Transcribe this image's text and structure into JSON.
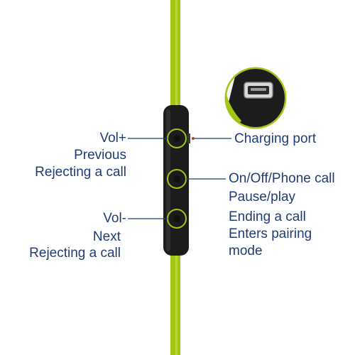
{
  "colors": {
    "cable": "#a3c614",
    "remote": "#1c1c1c",
    "button_ring": "#a3c614",
    "text": "#1f3c74",
    "pointer": "#c0392b"
  },
  "left_labels": {
    "vol_plus": "Vol+",
    "previous": "Previous",
    "reject_call_1": "Rejecting a call",
    "vol_minus": "Vol-",
    "next": "Next",
    "reject_call_2": "Rejecting a call"
  },
  "right_labels": {
    "charging_port": "Charging port",
    "on_off_phone_call": "On/Off/Phone call",
    "pause_play": "Pause/play",
    "ending_call": "Ending a call",
    "enters_pairing_1": "Enters pairing",
    "enters_pairing_2": "mode"
  }
}
